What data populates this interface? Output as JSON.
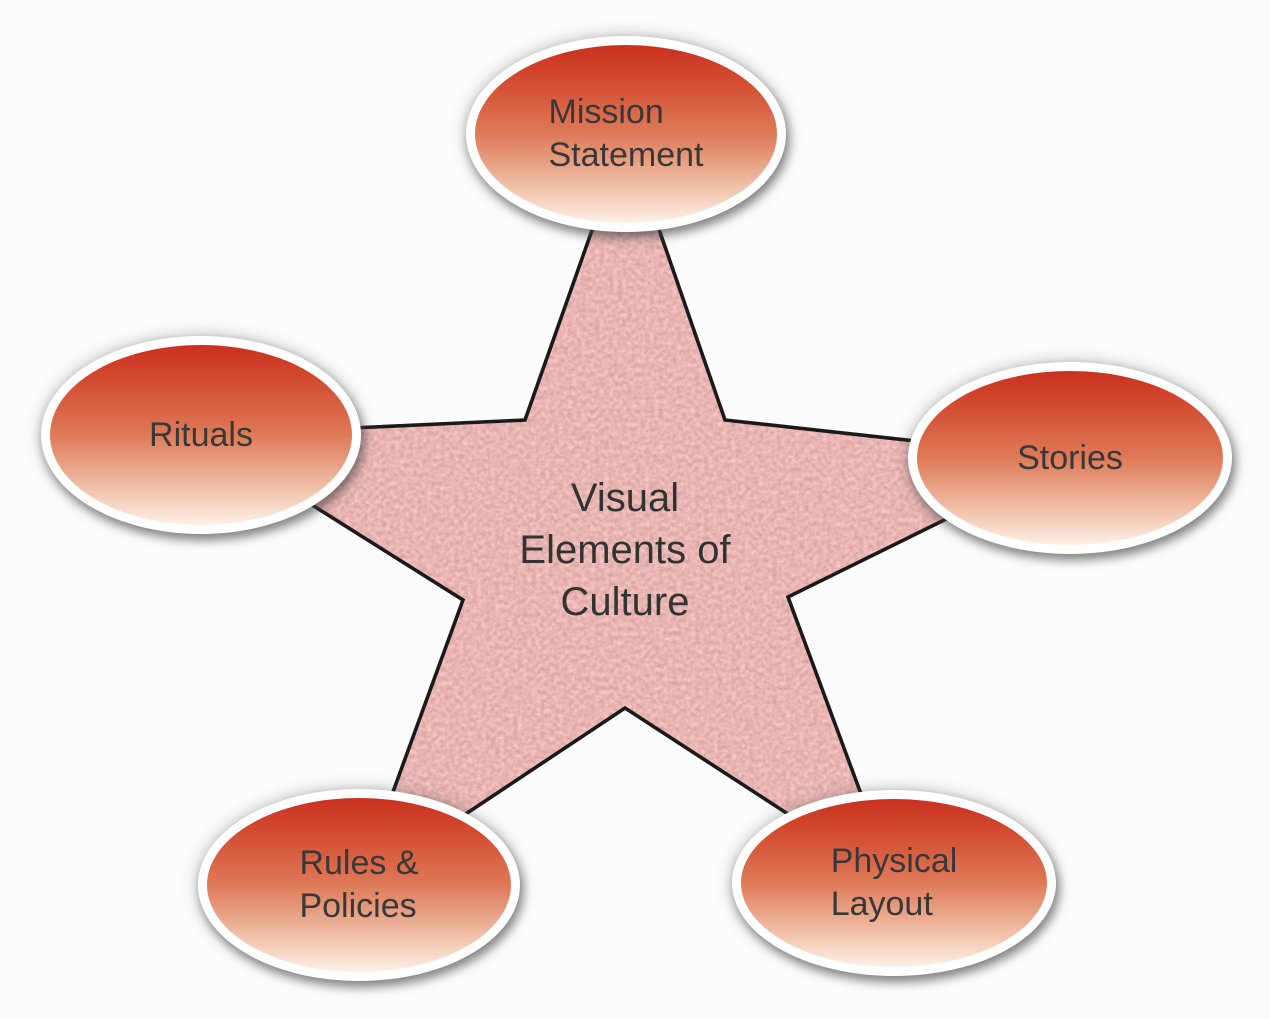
{
  "diagram": {
    "title": "Visual Elements of Culture",
    "center": {
      "label": "Visual\nElements of\nCulture"
    },
    "nodes": [
      {
        "id": "mission-statement",
        "label": "Mission\nStatement",
        "position": "top"
      },
      {
        "id": "stories",
        "label": "Stories",
        "position": "right"
      },
      {
        "id": "physical-layout",
        "label": "Physical\nLayout",
        "position": "bottom-right"
      },
      {
        "id": "rules-policies",
        "label": "Rules &\nPolicies",
        "position": "bottom-left"
      },
      {
        "id": "rituals",
        "label": "Rituals",
        "position": "left"
      }
    ],
    "colors": {
      "background": "#fcfcfc",
      "ellipse_gradient_top": "#c93120",
      "ellipse_gradient_mid": "#de7a58",
      "ellipse_gradient_bottom": "#fdf0e6",
      "ellipse_rim": "#ffffff",
      "star_fill": "#e8b5b2",
      "star_outline": "#1a1a1a",
      "label_text": "#383838"
    }
  }
}
